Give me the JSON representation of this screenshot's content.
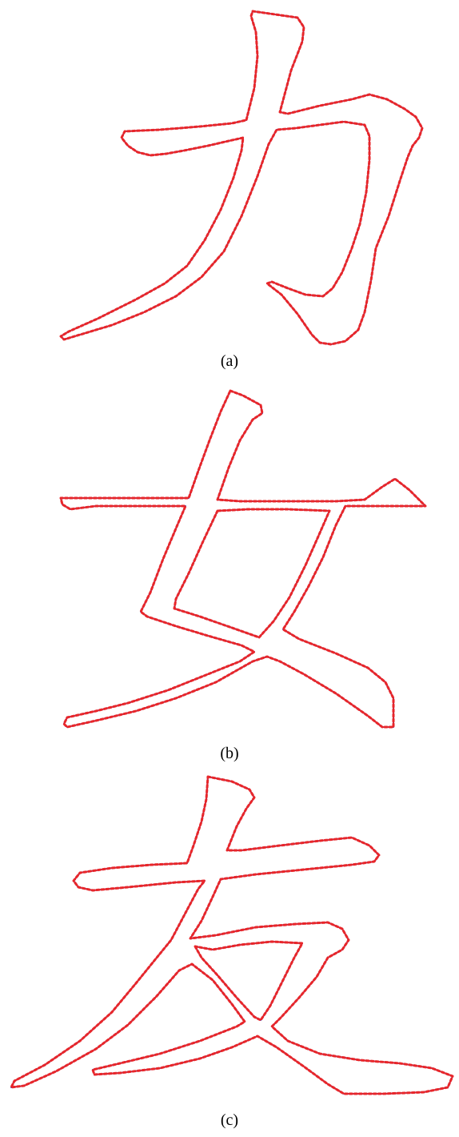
{
  "figure": {
    "panels": [
      {
        "caption": "(a)",
        "glyph": "力"
      },
      {
        "caption": "(b)",
        "glyph": "女"
      },
      {
        "caption": "(c)",
        "glyph": "友"
      }
    ],
    "colors": {
      "reference_outline": "#3b4fc4",
      "fitted_outline": "#e8262a",
      "background": "#ffffff"
    }
  }
}
